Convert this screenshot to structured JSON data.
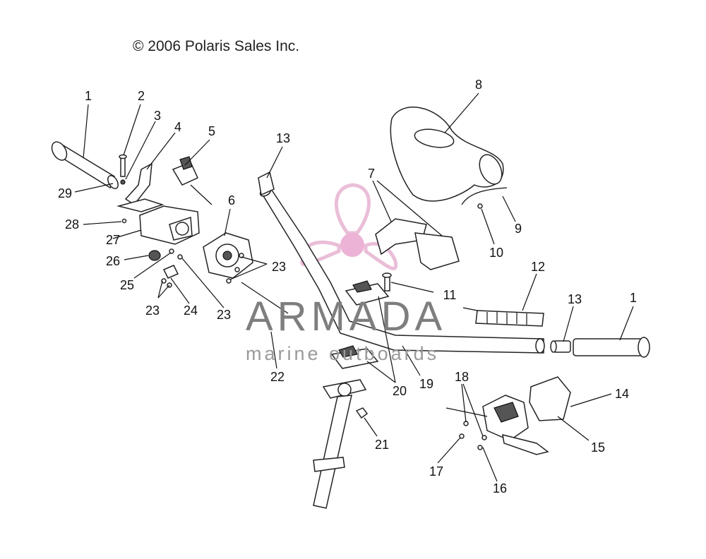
{
  "copyright": "© 2006 Polaris Sales Inc.",
  "watermark": {
    "brand": "ARMADA",
    "sub": "marine outboards",
    "colors": {
      "prop": "#e7b3d2",
      "hub": "#e9a6cf",
      "text": "#7e7e7e"
    }
  },
  "callouts": [
    "1",
    "2",
    "3",
    "4",
    "5",
    "6",
    "7",
    "8",
    "9",
    "10",
    "11",
    "12",
    "13",
    "13",
    "1",
    "14",
    "15",
    "16",
    "17",
    "18",
    "19",
    "20",
    "21",
    "22",
    "23",
    "23",
    "23",
    "24",
    "25",
    "26",
    "27",
    "28",
    "29"
  ]
}
